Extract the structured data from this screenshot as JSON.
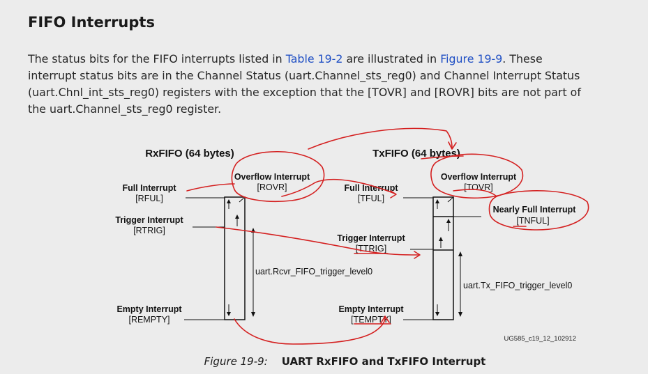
{
  "section": {
    "heading": "FIFO Interrupts"
  },
  "paragraph": {
    "line1_a": "The status bits for the FIFO interrupts listed in ",
    "line1_link1": "Table 19-2",
    "line1_b": " are illustrated in ",
    "line1_link2": "Figure 19-9",
    "line1_c": ". These",
    "line2": "interrupt status bits are in the Channel Status (uart.Channel_sts_reg0) and Channel Interrupt Status",
    "line3": "(uart.Chnl_int_sts_reg0) registers with the exception that the [TOVR] and [ROVR] bits are not part of",
    "line4": "the uart.Channel_sts_reg0 register."
  },
  "figure": {
    "rx": {
      "title": "RxFIFO (64 bytes)",
      "overflow_name": "Overflow Interrupt",
      "overflow_bit": "[ROVR]",
      "full_name": "Full Interrupt",
      "full_bit": "[RFUL]",
      "trigger_name": "Trigger Interrupt",
      "trigger_bit": "[RTRIG]",
      "empty_name": "Empty Interrupt",
      "empty_bit": "[REMPTY]",
      "level_label": "uart.Rcvr_FIFO_trigger_level0"
    },
    "tx": {
      "title": "TxFIFO (64 bytes)",
      "overflow_name": "Overflow Interrupt",
      "overflow_bit": "[TOVR]",
      "full_name": "Full Interrupt",
      "full_bit": "[TFUL]",
      "nearly_full_name": "Nearly Full Interrupt",
      "nearly_full_bit": "[TNFUL]",
      "trigger_name": "Trigger Interrupt",
      "trigger_bit": "[TTRIG]",
      "empty_name": "Empty Interrupt",
      "empty_bit": "[TEMPTY]",
      "level_label": "uart.Tx_FIFO_trigger_level0"
    },
    "figure_id": "UG585_c19_12_102912",
    "annotation_color": "#d42020"
  },
  "caption": {
    "number": "Figure 19-9:",
    "title": "UART RxFIFO and TxFIFO Interrupt"
  }
}
